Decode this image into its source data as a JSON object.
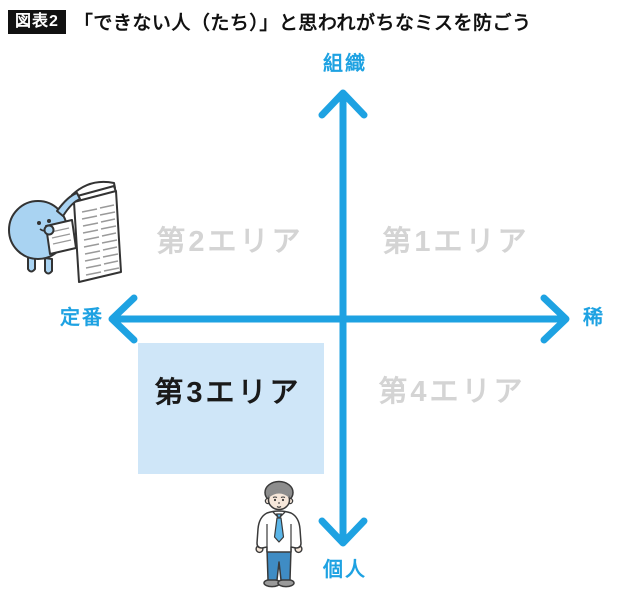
{
  "figure": {
    "badge": "図表2",
    "title": "「できない人（たち）」と思われがちなミスを防ごう"
  },
  "axes": {
    "top_label": "組織",
    "bottom_label": "個人",
    "left_label": "定番",
    "right_label": "稀"
  },
  "quadrants": {
    "area1": "第1エリア",
    "area2": "第2エリア",
    "area3": "第3エリア",
    "area4": "第4エリア"
  },
  "colors": {
    "axis_blue": "#1ea2e2",
    "area3_highlight": "#cfe6f8",
    "inactive_label_gray": "#d4d4d4",
    "badge_background": "#111111",
    "character_blue": "#a9d3f2",
    "tie_blue": "#5ab5e8",
    "pants_blue": "#3f8cc4"
  },
  "illustrations": {
    "top_left": "character-with-paper-stack",
    "bottom_center": "standing-businessman"
  }
}
